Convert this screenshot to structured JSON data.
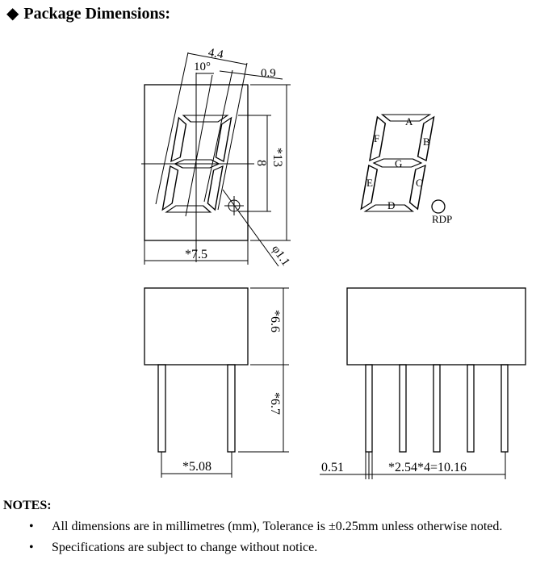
{
  "header": {
    "bullet_icon": "diamond-icon",
    "title": "Package Dimensions:"
  },
  "front_view": {
    "dim_top": "4.4",
    "angle": "10°",
    "dim_offset": "0.9",
    "dim_digit_height": "8",
    "dim_height": "*13",
    "dim_width": "*7.5",
    "dim_dot": "φ1.1"
  },
  "segment_diagram": {
    "labels": {
      "a": "A",
      "b": "B",
      "c": "C",
      "d": "D",
      "e": "E",
      "f": "F",
      "g": "G"
    },
    "dp": "RDP"
  },
  "side_view": {
    "dim_body": "*6.6",
    "dim_pin": "*6.7",
    "dim_pin_span": "*5.08"
  },
  "bottom_view": {
    "dim_pin_width": "0.51",
    "dim_pitch": "*2.54*4=10.16"
  },
  "notes": {
    "heading": "NOTES:",
    "items": [
      "All dimensions are in millimetres (mm), Tolerance is  ±0.25mm unless otherwise noted.",
      "Specifications are subject to change without notice."
    ]
  }
}
